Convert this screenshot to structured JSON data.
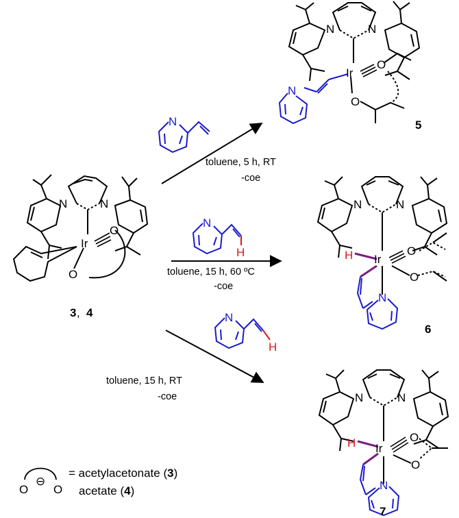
{
  "compounds": {
    "start_label_a": "3",
    "start_label_sep": ", ",
    "start_label_b": "4",
    "c5": "5",
    "c6": "6",
    "c7": "7"
  },
  "atoms": {
    "iridium": "Ir",
    "nitrogen": "N",
    "oxygen": "O",
    "hydrogen": "H"
  },
  "reactions": [
    {
      "line1": "toluene, 5 h, RT",
      "line2": "-coe"
    },
    {
      "line1": "toluene, 15 h, 60 ºC",
      "line2": "-coe"
    },
    {
      "line1": "toluene, 15 h, RT",
      "line2": "-coe"
    }
  ],
  "legend": {
    "charge_symbol": "⊖",
    "eq_prefix": "= acetylacetonate (",
    "acac_num": "3",
    "close_paren": ")",
    "acetate_prefix": "acetate (",
    "acetate_num": "4"
  },
  "colors": {
    "reagent": "#1a1acc",
    "hydride": "#e0141e",
    "ir_h_bond": "#7a1c80"
  }
}
